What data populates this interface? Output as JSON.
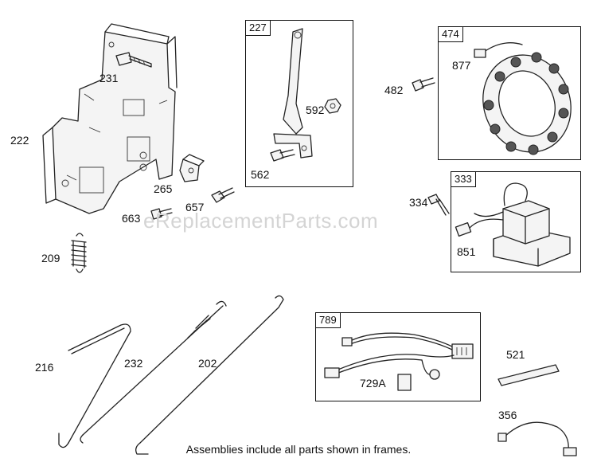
{
  "watermark": "eReplacementParts.com",
  "footer_note": "Assemblies include all parts shown in frames.",
  "frames": [
    {
      "key": "f227",
      "tag": "227"
    },
    {
      "key": "f474",
      "tag": "474"
    },
    {
      "key": "f333",
      "tag": "333"
    },
    {
      "key": "f789",
      "tag": "789"
    }
  ],
  "labels": {
    "p231": "231",
    "p222": "222",
    "p265": "265",
    "p657": "657",
    "p663": "663",
    "p209": "209",
    "p592": "592",
    "p562": "562",
    "p482": "482",
    "p877": "877",
    "p334": "334",
    "p851": "851",
    "p216": "216",
    "p232": "232",
    "p202": "202",
    "p729a": "729A",
    "p521": "521",
    "p356": "356"
  }
}
